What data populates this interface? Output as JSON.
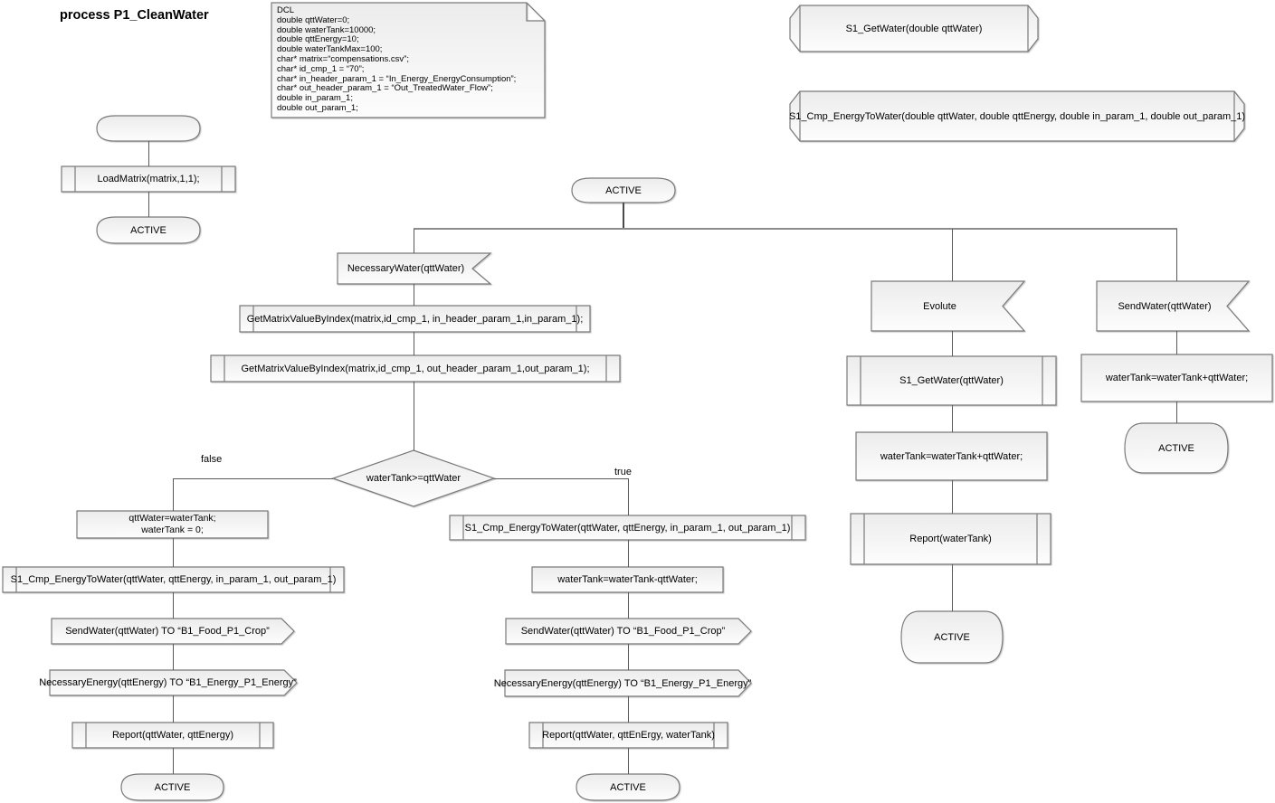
{
  "title": "process P1_CleanWater",
  "colors": {
    "shape_fill_top": "#ececec",
    "shape_fill_bottom": "#fdfdfd",
    "shape_stroke": "#7a7a7a",
    "connector": "#595959",
    "text": "#000000",
    "background": "#ffffff"
  },
  "declaration_note": {
    "lines": [
      "DCL",
      "double qttWater=0;",
      "double waterTank=10000;",
      "double qttEnergy=10;",
      "double waterTankMax=100;",
      "char* matrix=“compensations.csv”;",
      "char* id_cmp_1 = “70”;",
      "char* in_header_param_1 = “In_Energy_EnergyConsumption”;",
      "char* out_header_param_1 = “Out_TreatedWater_Flow”;",
      "double in_param_1;",
      "double out_param_1;"
    ]
  },
  "declarations": {
    "getwater": "S1_GetWater(double qttWater)",
    "cmp_energytowater": "S1_Cmp_EnergyToWater(double qttWater, double qttEnergy, double in_param_1, double out_param_1)"
  },
  "start_branch": {
    "start_label": "",
    "load_matrix": "LoadMatrix(matrix,1,1);",
    "state": "ACTIVE"
  },
  "main": {
    "state": "ACTIVE",
    "water_branch": {
      "input": "NecessaryWater(qttWater)",
      "get_matrix_in": "GetMatrixValueByIndex(matrix,id_cmp_1, in_header_param_1,in_param_1);",
      "get_matrix_out": "GetMatrixValueByIndex(matrix,id_cmp_1, out_header_param_1,out_param_1);",
      "decision": "waterTank>=qttWater",
      "false_label": "false",
      "true_label": "true",
      "false_branch": {
        "task_line1": "qttWater=waterTank;",
        "task_line2": "waterTank = 0;",
        "call_cmp": "S1_Cmp_EnergyToWater(qttWater, qttEnergy, in_param_1, out_param_1)",
        "output_water": "SendWater(qttWater) TO “B1_Food_P1_Crop”",
        "output_energy": "NecessaryEnergy(qttEnergy) TO “B1_Energy_P1_Energy”",
        "report": "Report(qttWater, qttEnergy)",
        "state": "ACTIVE"
      },
      "true_branch": {
        "call_cmp": "S1_Cmp_EnergyToWater(qttWater, qttEnergy, in_param_1, out_param_1)",
        "task": "waterTank=waterTank-qttWater;",
        "output_water": "SendWater(qttWater) TO “B1_Food_P1_Crop”",
        "output_energy": "NecessaryEnergy(qttEnergy) TO “B1_Energy_P1_Energy”",
        "report": "Report(qttWater, qttEnErgy, waterTank)",
        "state": "ACTIVE"
      }
    },
    "evolute_branch": {
      "input": "Evolute",
      "call_getwater": "S1_GetWater(qttWater)",
      "task": "waterTank=waterTank+qttWater;",
      "report": "Report(waterTank)",
      "state": "ACTIVE"
    },
    "sendwater_branch": {
      "input": "SendWater(qttWater)",
      "task": "waterTank=waterTank+qttWater;",
      "state": "ACTIVE"
    }
  }
}
